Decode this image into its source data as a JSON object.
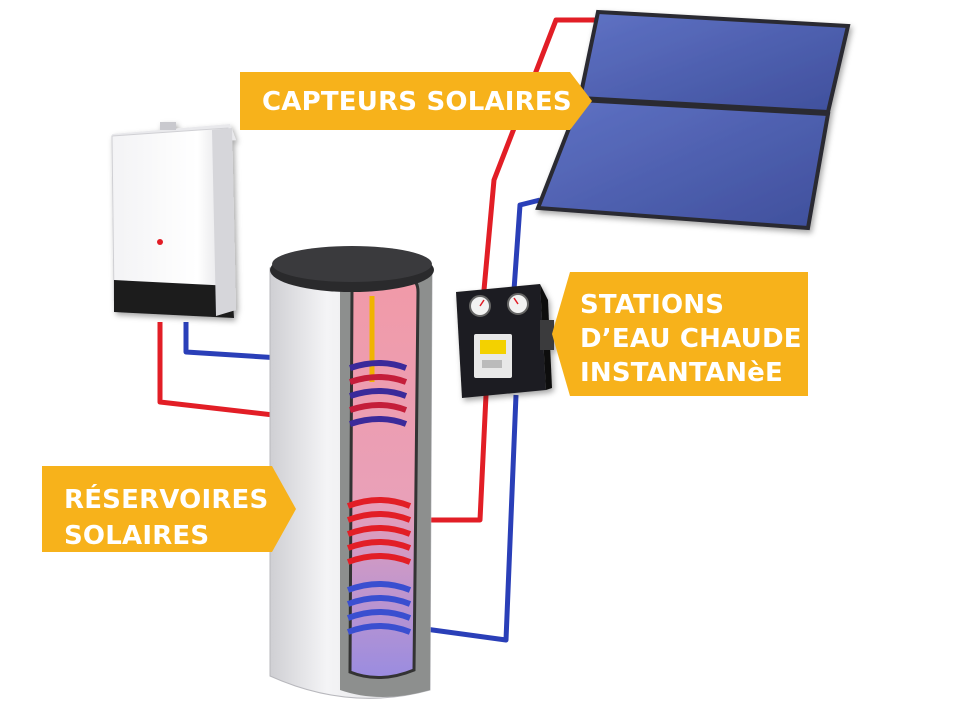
{
  "labels": {
    "capteurs": "CAPTEURS SOLAIRES",
    "stations_line1": "STATIONS",
    "stations_line2": "D’EAU CHAUDE",
    "stations_line3": "INSTANTANèE",
    "reservoirs_line1": "RÉSERVOIRES",
    "reservoirs_line2": "SOLAIRES"
  },
  "colors": {
    "label_background": "#F7B21B",
    "label_text": "#FFFFFF",
    "hot_pipe": "#E21E26",
    "cold_pipe": "#2A3FB8",
    "solar_panel": "#4D5FB0",
    "station_body": "#1E1E20"
  }
}
